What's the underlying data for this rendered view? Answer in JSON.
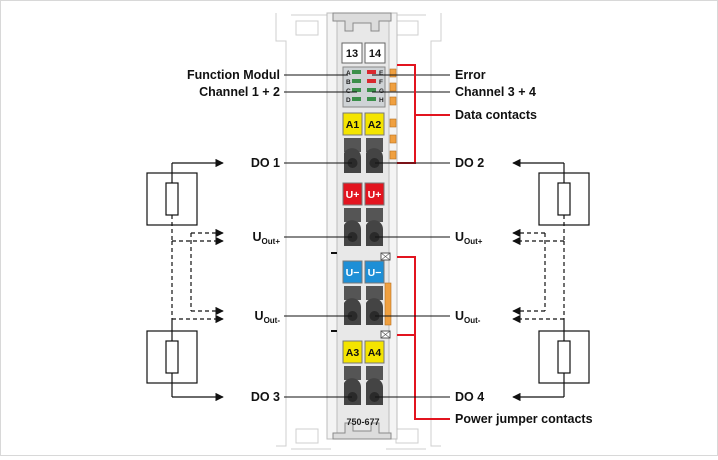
{
  "module": {
    "part_number": "750-677",
    "terminal_numbers": [
      "13",
      "14"
    ],
    "led_letters_left": [
      "A",
      "B",
      "C",
      "D"
    ],
    "led_letters_right": [
      "E",
      "F",
      "G",
      "H"
    ],
    "terminals": [
      {
        "left": "A1",
        "right": "A2",
        "color": "#f4e400"
      },
      {
        "left": "U+",
        "right": "U+",
        "color": "#e2141f"
      },
      {
        "left": "U−",
        "right": "U−",
        "color": "#1e8fd6"
      },
      {
        "left": "A3",
        "right": "A4",
        "color": "#f4e400"
      }
    ]
  },
  "labels": {
    "function_modul": "Function Modul",
    "channel_12": "Channel 1 + 2",
    "error": "Error",
    "channel_34": "Channel 3 + 4",
    "data_contacts": "Data contacts",
    "power_jumper_contacts": "Power jumper contacts",
    "do1": "DO 1",
    "do2": "DO 2",
    "do3": "DO 3",
    "do4": "DO 4",
    "u_main": "U",
    "out_plus_sub": "Out+",
    "out_minus_sub": "Out-"
  },
  "colors": {
    "accent_red": "#e2141f",
    "led_red": "#d9282f",
    "led_green": "#3a8f4a",
    "contact_orange": "#f0a040"
  }
}
